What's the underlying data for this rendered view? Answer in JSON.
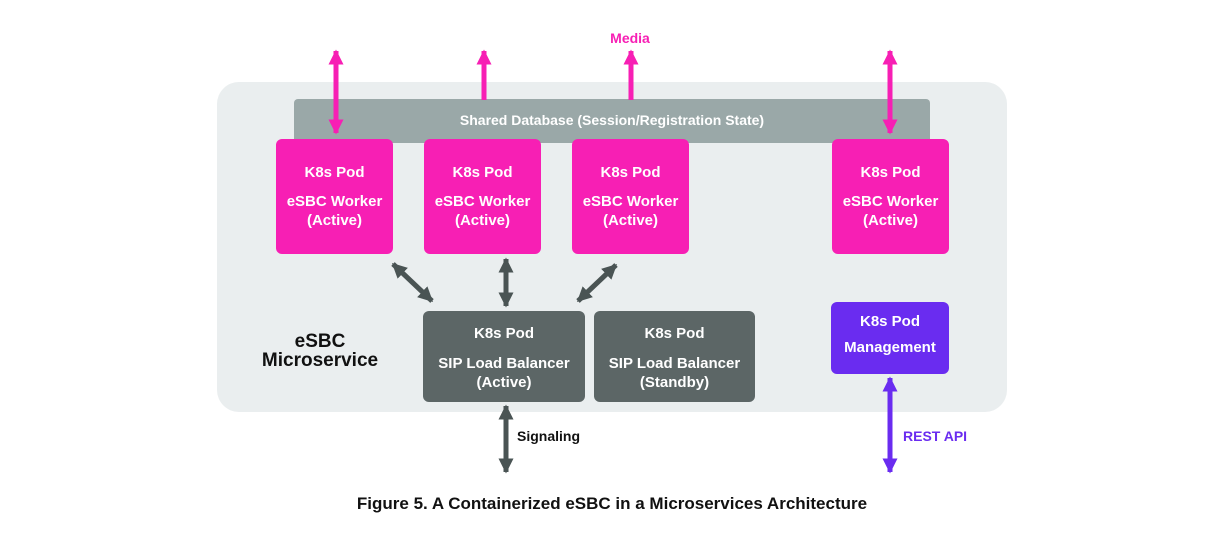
{
  "colors": {
    "pink": "#f71fb4",
    "gray_dark": "#5c6666",
    "gray_bar": "#9aa8a8",
    "panel": "#eaeeef",
    "purple": "#6a2cf0",
    "arrow_gray": "#4a5454",
    "black": "#111111"
  },
  "labels": {
    "media": "Media",
    "shared_db": "Shared Database (Session/Registration State)",
    "microservice_line1": "eSBC",
    "microservice_line2": "Microservice",
    "signaling": "Signaling",
    "rest_api": "REST API",
    "caption": "Figure 5. A Containerized eSBC in a Microservices Architecture"
  },
  "workers": [
    {
      "title": "K8s Pod",
      "role_line1": "eSBC Worker",
      "role_line2": "(Active)"
    },
    {
      "title": "K8s Pod",
      "role_line1": "eSBC Worker",
      "role_line2": "(Active)"
    },
    {
      "title": "K8s Pod",
      "role_line1": "eSBC Worker",
      "role_line2": "(Active)"
    },
    {
      "title": "K8s Pod",
      "role_line1": "eSBC Worker",
      "role_line2": "(Active)"
    }
  ],
  "load_balancers": [
    {
      "title": "K8s Pod",
      "role_line1": "SIP Load Balancer",
      "role_line2": "(Active)"
    },
    {
      "title": "K8s Pod",
      "role_line1": "SIP Load Balancer",
      "role_line2": "(Standby)"
    }
  ],
  "management": {
    "title": "K8s Pod",
    "role_line1": "Management"
  }
}
